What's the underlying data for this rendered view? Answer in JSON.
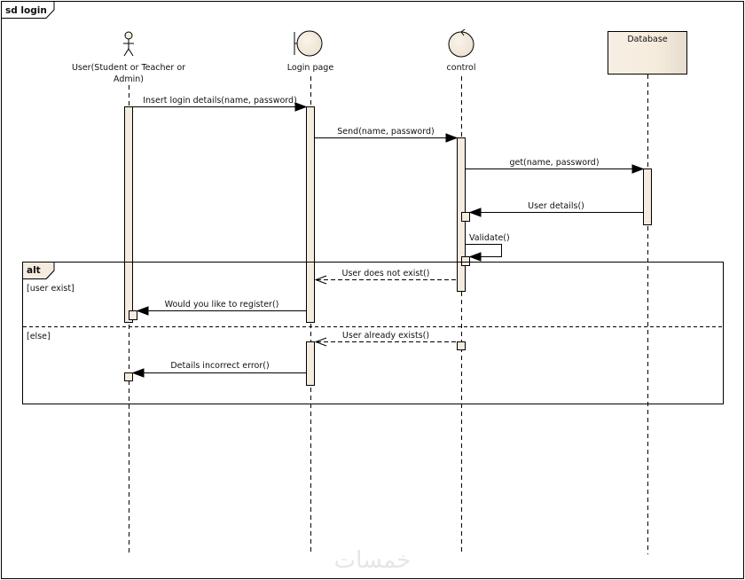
{
  "diagram": {
    "frame_title": "sd login",
    "lifelines": [
      {
        "id": "user",
        "type": "actor",
        "label_line1": "User(Student or Teacher or",
        "label_line2": "Admin)"
      },
      {
        "id": "login",
        "type": "boundary",
        "label": "Login page"
      },
      {
        "id": "control",
        "type": "control",
        "label": "control"
      },
      {
        "id": "db",
        "type": "entity-box",
        "label": "Database"
      }
    ],
    "messages": [
      {
        "label": "Insert login details(name, password)",
        "from": "user",
        "to": "login",
        "kind": "sync"
      },
      {
        "label": "Send(name, password)",
        "from": "login",
        "to": "control",
        "kind": "sync"
      },
      {
        "label": "get(name, password)",
        "from": "control",
        "to": "db",
        "kind": "sync"
      },
      {
        "label": "User details()",
        "from": "db",
        "to": "control",
        "kind": "sync"
      },
      {
        "label": "Validate()",
        "from": "control",
        "to": "control",
        "kind": "self"
      },
      {
        "label": "User does not exist()",
        "from": "control",
        "to": "login",
        "kind": "return"
      },
      {
        "label": "Would you like to register()",
        "from": "login",
        "to": "user",
        "kind": "sync"
      },
      {
        "label": "User already exists()",
        "from": "control",
        "to": "login",
        "kind": "return"
      },
      {
        "label": "Details incorrect error()",
        "from": "login",
        "to": "user",
        "kind": "sync"
      }
    ],
    "fragment": {
      "operator": "alt",
      "guards": [
        "[user exist]",
        "[else]"
      ]
    },
    "colors": {
      "fill": "#f4ece0",
      "stroke": "#000000"
    },
    "watermark": "خمسات"
  }
}
